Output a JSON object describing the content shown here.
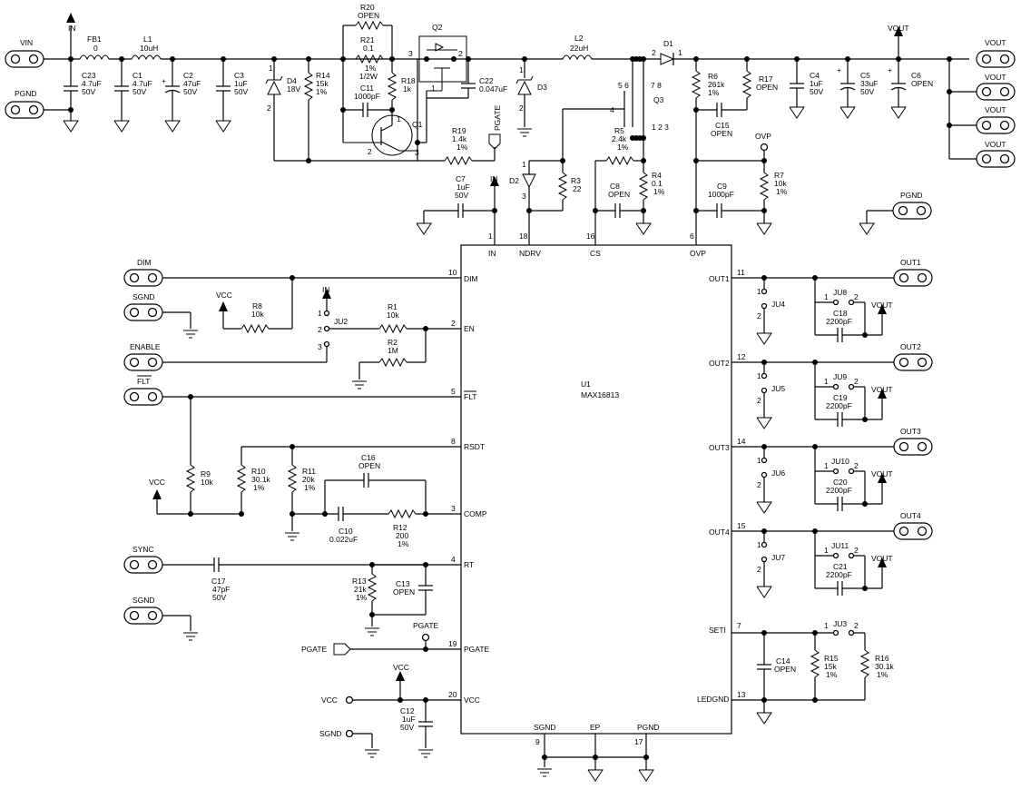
{
  "ic": {
    "ref": "U1",
    "part": "MAX16813"
  },
  "pins": {
    "in": {
      "num": "1",
      "label": "IN"
    },
    "ndrv": {
      "num": "18",
      "label": "NDRV"
    },
    "cs": {
      "num": "16",
      "label": "CS"
    },
    "ovp": {
      "num": "6",
      "label": "OVP"
    },
    "dim": {
      "num": "10",
      "label": "DIM"
    },
    "en": {
      "num": "2",
      "label": "EN"
    },
    "flt": {
      "num": "5",
      "label": "FLT"
    },
    "rsdt": {
      "num": "8",
      "label": "RSDT"
    },
    "comp": {
      "num": "3",
      "label": "COMP"
    },
    "rt": {
      "num": "4",
      "label": "RT"
    },
    "pgate": {
      "num": "19",
      "label": "PGATE"
    },
    "vcc": {
      "num": "20",
      "label": "VCC"
    },
    "out1": {
      "num": "11",
      "label": "OUT1"
    },
    "out2": {
      "num": "12",
      "label": "OUT2"
    },
    "out3": {
      "num": "14",
      "label": "OUT3"
    },
    "out4": {
      "num": "15",
      "label": "OUT4"
    },
    "seti": {
      "num": "7",
      "label": "SETI"
    },
    "ledgnd": {
      "num": "13",
      "label": "LEDGND"
    },
    "sgnd": {
      "num": "9",
      "label": "SGND"
    },
    "ep": {
      "label": "EP"
    },
    "pgnd": {
      "num": "17",
      "label": "PGND"
    }
  },
  "connectors": {
    "vin": "VIN",
    "pgnd_in": "PGND",
    "pgnd_mid": "PGND",
    "vout": "VOUT",
    "dim": "DIM",
    "sgnd1": "SGND",
    "enable": "ENABLE",
    "flt": "FLT",
    "sync": "SYNC",
    "sgnd2": "SGND",
    "out1": "OUT1",
    "out2": "OUT2",
    "out3": "OUT3",
    "out4": "OUT4",
    "vcc_tp": "VCC",
    "sgnd_tp": "SGND",
    "pgate_port": "PGATE"
  },
  "nets": {
    "in": "IN",
    "vout": "VOUT",
    "vcc": "VCC",
    "pgate": "PGATE",
    "ovp": "OVP"
  },
  "components": {
    "fb1": {
      "ref": "FB1",
      "val": "0"
    },
    "l1": {
      "ref": "L1",
      "val": "10uH"
    },
    "c23": {
      "ref": "C23",
      "val": "4.7uF",
      "v": "50V"
    },
    "c1": {
      "ref": "C1",
      "val": "4.7uF",
      "v": "50V"
    },
    "c2": {
      "ref": "C2",
      "val": "47uF",
      "v": "50V"
    },
    "c3": {
      "ref": "C3",
      "val": "1uF",
      "v": "50V"
    },
    "d4": {
      "ref": "D4",
      "val": "18V"
    },
    "r14": {
      "ref": "R14",
      "val": "15k",
      "tol": "1%"
    },
    "r20": {
      "ref": "R20",
      "val": "OPEN"
    },
    "r21": {
      "ref": "R21",
      "val": "0.1",
      "tol": "1%",
      "pwr": "1/2W"
    },
    "r18": {
      "ref": "R18",
      "val": "1k"
    },
    "c11": {
      "ref": "C11",
      "val": "1000pF"
    },
    "q1": {
      "ref": "Q1"
    },
    "q2": {
      "ref": "Q2"
    },
    "r19": {
      "ref": "R19",
      "val": "1.4k",
      "tol": "1%"
    },
    "c22": {
      "ref": "C22",
      "val": "0.047uF"
    },
    "d3": {
      "ref": "D3"
    },
    "l2": {
      "ref": "L2",
      "val": "22uH"
    },
    "d1": {
      "ref": "D1"
    },
    "q3": {
      "ref": "Q3",
      "pins_top": "5 6",
      "pins_78": "7 8",
      "pins_bot": "1 2 3"
    },
    "r6": {
      "ref": "R6",
      "val": "261k",
      "tol": "1%"
    },
    "r17": {
      "ref": "R17",
      "val": "OPEN"
    },
    "c15": {
      "ref": "C15",
      "val": "OPEN"
    },
    "c4": {
      "ref": "C4",
      "val": "1uF",
      "v": "50V"
    },
    "c5": {
      "ref": "C5",
      "val": "33uF",
      "v": "50V"
    },
    "c6": {
      "ref": "C6",
      "val": "OPEN"
    },
    "c7": {
      "ref": "C7",
      "val": "1uF",
      "v": "50V"
    },
    "d2": {
      "ref": "D2"
    },
    "r3": {
      "ref": "R3",
      "val": "22"
    },
    "r5": {
      "ref": "R5",
      "val": "2.4k",
      "tol": "1%"
    },
    "r4": {
      "ref": "R4",
      "val": "0.1",
      "tol": "1%"
    },
    "c8": {
      "ref": "C8",
      "val": "OPEN"
    },
    "c9": {
      "ref": "C9",
      "val": "1000pF"
    },
    "r7": {
      "ref": "R7",
      "val": "10k",
      "tol": "1%"
    },
    "r8": {
      "ref": "R8",
      "val": "10k"
    },
    "ju2": {
      "ref": "JU2"
    },
    "r1": {
      "ref": "R1",
      "val": "10k"
    },
    "r2": {
      "ref": "R2",
      "val": "1M"
    },
    "r9": {
      "ref": "R9",
      "val": "10k"
    },
    "r10": {
      "ref": "R10",
      "val": "30.1k",
      "tol": "1%"
    },
    "r11": {
      "ref": "R11",
      "val": "20k",
      "tol": "1%"
    },
    "c16": {
      "ref": "C16",
      "val": "OPEN"
    },
    "c10": {
      "ref": "C10",
      "val": "0.022uF"
    },
    "r12": {
      "ref": "R12",
      "val": "200",
      "tol": "1%"
    },
    "c17": {
      "ref": "C17",
      "val": "47pF",
      "v": "50V"
    },
    "r13": {
      "ref": "R13",
      "val": "21k",
      "tol": "1%"
    },
    "c13": {
      "ref": "C13",
      "val": "OPEN"
    },
    "c12": {
      "ref": "C12",
      "val": "1uF",
      "v": "50V"
    },
    "ju4": {
      "ref": "JU4"
    },
    "ju5": {
      "ref": "JU5"
    },
    "ju6": {
      "ref": "JU6"
    },
    "ju7": {
      "ref": "JU7"
    },
    "ju8": {
      "ref": "JU8"
    },
    "ju9": {
      "ref": "JU9"
    },
    "ju10": {
      "ref": "JU10"
    },
    "ju11": {
      "ref": "JU11"
    },
    "c18": {
      "ref": "C18",
      "val": "2200pF"
    },
    "c19": {
      "ref": "C19",
      "val": "2200pF"
    },
    "c20": {
      "ref": "C20",
      "val": "2200pF"
    },
    "c21": {
      "ref": "C21",
      "val": "2200pF"
    },
    "ju3": {
      "ref": "JU3"
    },
    "c14": {
      "ref": "C14",
      "val": "OPEN"
    },
    "r15": {
      "ref": "R15",
      "val": "15k",
      "tol": "1%"
    },
    "r16": {
      "ref": "R16",
      "val": "30.1k",
      "tol": "1%"
    }
  },
  "misc": {
    "n1": "1",
    "n2": "2",
    "n3": "3",
    "n4": "4"
  }
}
